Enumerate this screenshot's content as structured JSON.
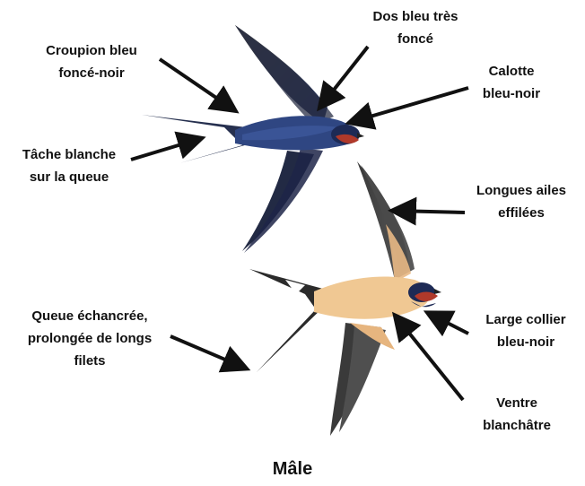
{
  "colors": {
    "arrow": "#111111",
    "upper_bird_dark": "#1d2a55",
    "upper_bird_mid": "#2f4682",
    "throat": "#b0392a",
    "wing_dark": "#3a3a3a",
    "belly": "#f0c893"
  },
  "labels": {
    "croupion": [
      "Croupion bleu",
      "foncé-noir"
    ],
    "dos": [
      "Dos bleu très",
      "foncé"
    ],
    "calotte": [
      "Calotte",
      "bleu-noir"
    ],
    "tache": [
      "Tâche blanche",
      "sur la queue"
    ],
    "ailes": [
      "Longues ailes",
      "effilées"
    ],
    "queue": [
      "Queue échancrée,",
      "prolongée de longs",
      "filets"
    ],
    "collier": [
      "Large collier",
      "bleu-noir"
    ],
    "ventre": [
      "Ventre",
      "blanchâtre"
    ]
  },
  "caption": "Mâle"
}
